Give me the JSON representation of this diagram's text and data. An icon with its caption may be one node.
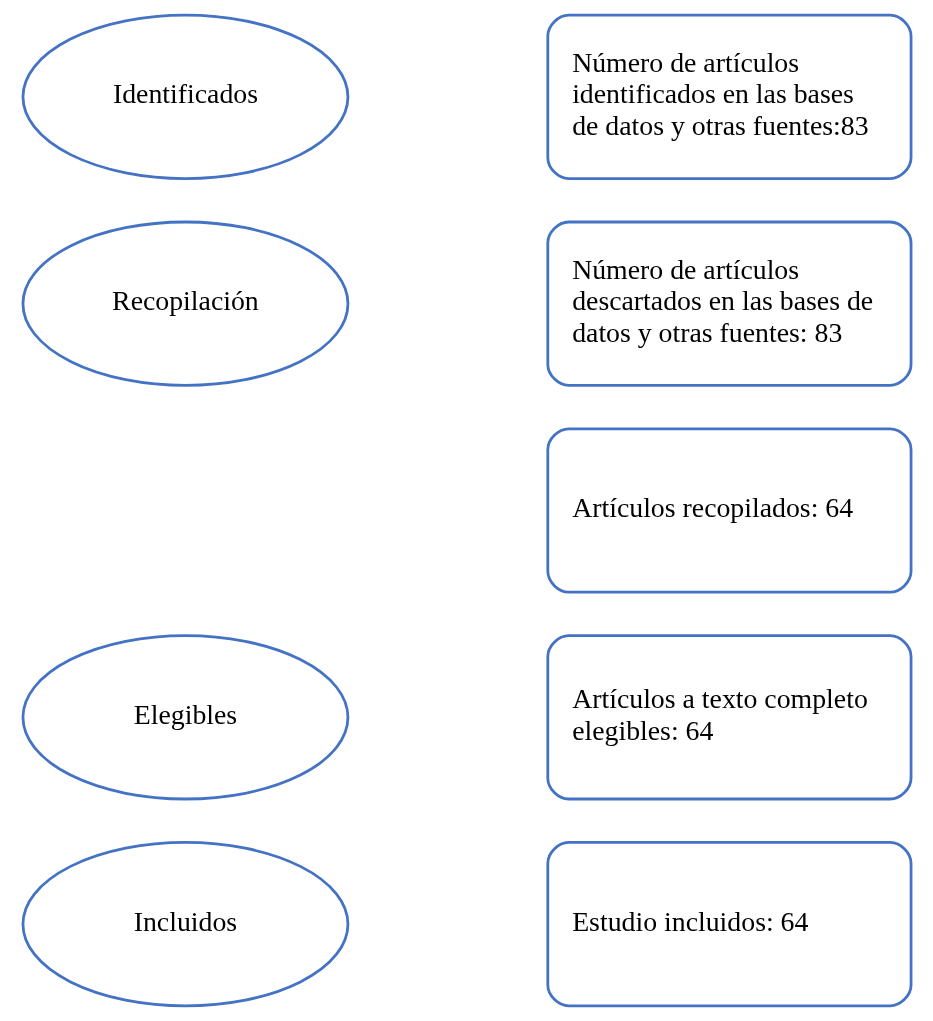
{
  "diagram": {
    "nodes": [
      {
        "text": [
          "Identificados"
        ]
      },
      {
        "text": [
          "Número de artículos identificados en las bases de datos y otras fuentes:83"
        ]
      },
      {
        "text": [
          "Recopilación"
        ]
      },
      {
        "text": [
          "Número de artículos descartados en las bases de datos y otras fuentes: 83"
        ]
      },
      {
        "text": [
          "Artículos recopilados: 64"
        ]
      },
      {
        "text": [
          "Elegibles"
        ]
      },
      {
        "text": [
          "Artículos a texto completo elegibles: 64"
        ]
      },
      {
        "text": [
          "Incluidos"
        ]
      },
      {
        "text": [
          "Estudio incluidos: 64"
        ]
      }
    ],
    "edges": []
  }
}
